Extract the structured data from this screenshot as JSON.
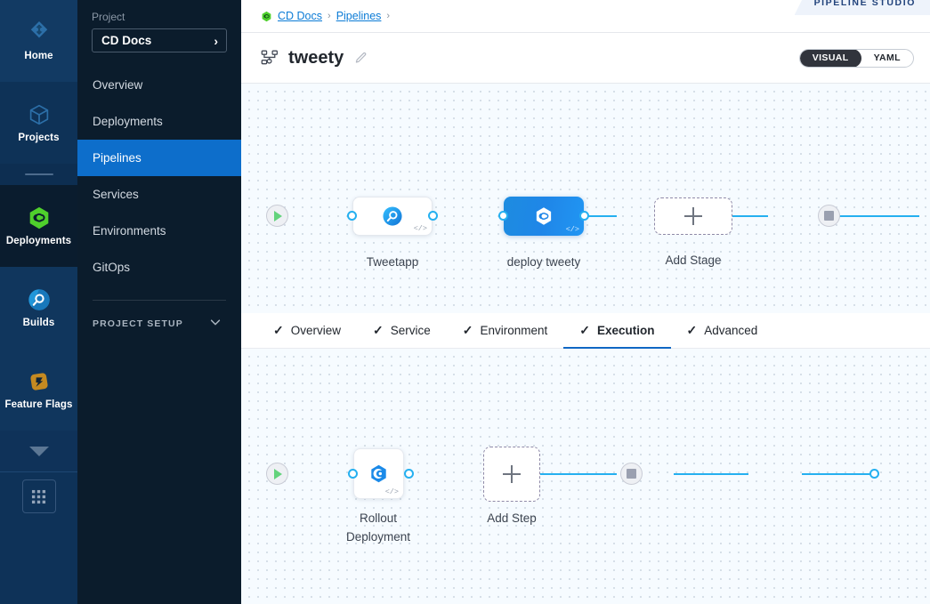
{
  "rail": {
    "items": [
      {
        "label": "Home",
        "icon": "home-diamond-icon",
        "state": "top"
      },
      {
        "label": "Projects",
        "icon": "cube-icon",
        "state": "mid"
      },
      {
        "label": "Deployments",
        "icon": "deployments-hex-icon",
        "state": "active"
      },
      {
        "label": "Builds",
        "icon": "builds-circle-icon",
        "state": "dark"
      },
      {
        "label": "Feature Flags",
        "icon": "feature-flags-icon",
        "state": "dark"
      }
    ],
    "more_icon": "caret-down-icon",
    "grid_icon": "app-grid-icon"
  },
  "sidebar": {
    "section_label": "Project",
    "project_name": "CD Docs",
    "project_chevron": "›",
    "items": [
      {
        "label": "Overview",
        "active": false
      },
      {
        "label": "Deployments",
        "active": false
      },
      {
        "label": "Pipelines",
        "active": true
      },
      {
        "label": "Services",
        "active": false
      },
      {
        "label": "Environments",
        "active": false
      },
      {
        "label": "GitOps",
        "active": false
      }
    ],
    "setup_label": "PROJECT SETUP",
    "setup_chevron": "chevron-down-icon"
  },
  "header": {
    "breadcrumbs": [
      {
        "label": "CD Docs",
        "icon": "harness-leaf-icon"
      },
      {
        "label": "Pipelines",
        "icon": null
      }
    ],
    "breadcrumb_separator": "›",
    "studio_tag": "PIPELINE STUDIO",
    "pipeline_icon": "pipeline-nodes-icon",
    "pipeline_title": "tweety",
    "edit_icon": "pencil-edit-icon",
    "view_toggle": {
      "options": [
        "VISUAL",
        "YAML"
      ],
      "selected": "VISUAL"
    }
  },
  "stage_canvas": {
    "start_node": {
      "name": "pipeline-start",
      "icon": "play-icon"
    },
    "end_node": {
      "name": "pipeline-end",
      "icon": "stop-icon"
    },
    "nodes": [
      {
        "label": "Tweetapp",
        "type": "build-stage",
        "icon": "ci-build-icon",
        "selected": false,
        "code_badge": "</>"
      },
      {
        "label": "deploy tweety",
        "type": "deploy-stage",
        "icon": "cd-deploy-icon",
        "selected": true,
        "code_badge": "</>"
      }
    ],
    "add_stage": {
      "label": "Add Stage",
      "icon": "plus-icon"
    }
  },
  "tabs": {
    "items": [
      {
        "label": "Overview",
        "check": "✓",
        "active": false
      },
      {
        "label": "Service",
        "check": "✓",
        "active": false
      },
      {
        "label": "Environment",
        "check": "✓",
        "active": false
      },
      {
        "label": "Execution",
        "check": "✓",
        "active": true
      },
      {
        "label": "Advanced",
        "check": "✓",
        "active": false
      }
    ]
  },
  "step_canvas": {
    "start_node": {
      "name": "execution-start",
      "icon": "play-icon"
    },
    "end_node": {
      "name": "execution-end",
      "icon": "stop-icon"
    },
    "nodes": [
      {
        "label": "Rollout Deployment",
        "type": "step",
        "icon": "rollout-deployment-icon",
        "code_badge": "</>"
      }
    ],
    "add_step": {
      "label": "Add Step",
      "icon": "plus-icon"
    }
  },
  "colors": {
    "accent_blue": "#0d6ecb",
    "edge_blue": "#25b0f0",
    "deploy_green": "#4fd02c",
    "canvas_bg": "#f6fbff",
    "rail_bg": "#0b2845",
    "nav_bg": "#0b1c2c"
  }
}
